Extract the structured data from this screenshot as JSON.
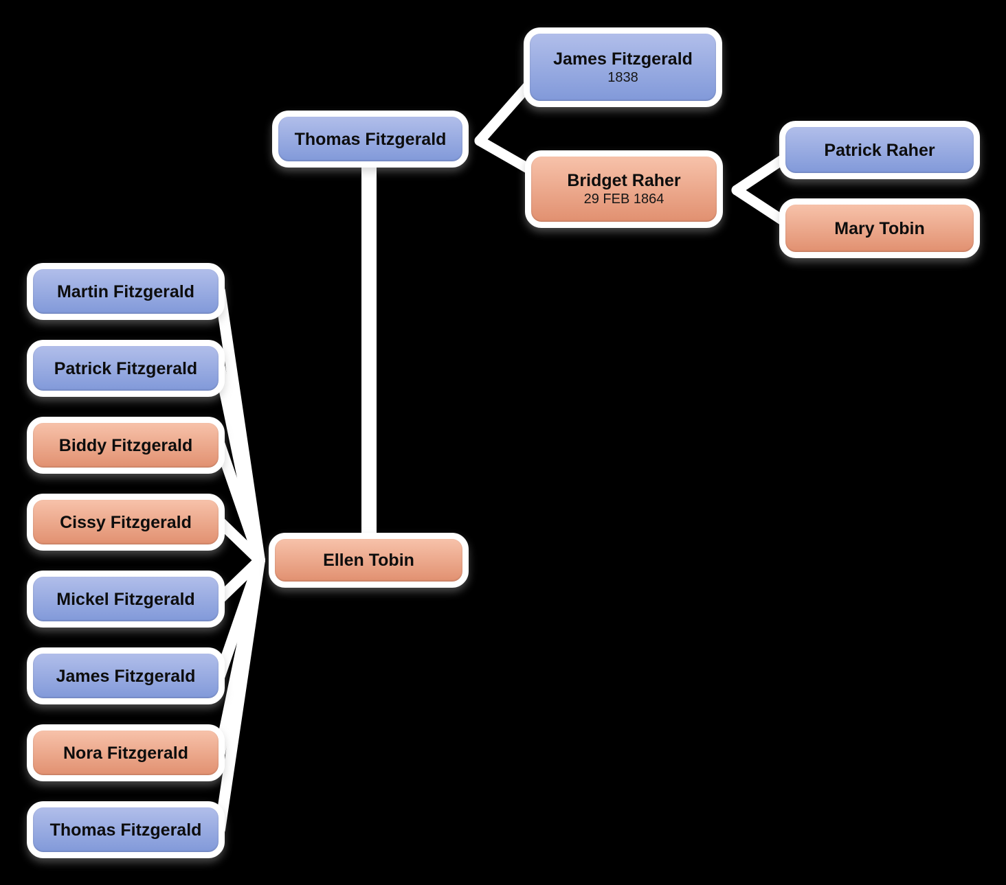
{
  "chart": {
    "type": "family-tree",
    "focus_person": {
      "name": "Thomas Fitzgerald"
    },
    "father": {
      "name": "James Fitzgerald",
      "date": "1838"
    },
    "mother": {
      "name": "Bridget Raher",
      "date": "29 FEB 1864"
    },
    "maternal_grandfather": {
      "name": "Patrick Raher"
    },
    "maternal_grandmother": {
      "name": "Mary Tobin"
    },
    "spouse": {
      "name": "Ellen Tobin"
    },
    "children": [
      {
        "name": "Martin Fitzgerald",
        "color": "blue"
      },
      {
        "name": "Patrick Fitzgerald",
        "color": "blue"
      },
      {
        "name": "Biddy Fitzgerald",
        "color": "salmon"
      },
      {
        "name": "Cissy Fitzgerald",
        "color": "salmon"
      },
      {
        "name": "Mickel Fitzgerald",
        "color": "blue"
      },
      {
        "name": "James Fitzgerald",
        "color": "blue"
      },
      {
        "name": "Nora Fitzgerald",
        "color": "salmon"
      },
      {
        "name": "Thomas Fitzgerald",
        "color": "blue"
      }
    ],
    "colors": {
      "male_gradient_top": "#b1beea",
      "male_gradient_bottom": "#8199d9",
      "female_gradient_top": "#f7c2aa",
      "female_gradient_bottom": "#e19070",
      "connector_line": "#ffffff",
      "node_outline": "#ffffff",
      "text": "#0d0d0d",
      "background": "#000000"
    }
  }
}
